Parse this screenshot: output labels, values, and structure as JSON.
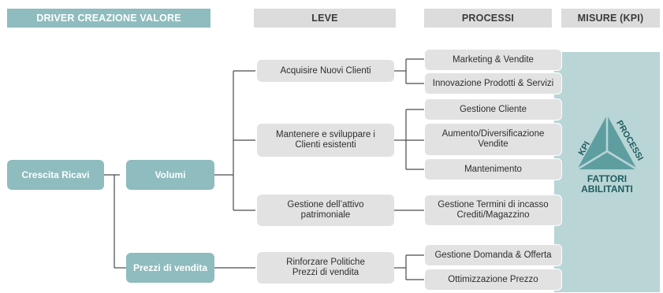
{
  "headers": {
    "driver": "DRIVER CREAZIONE VALORE",
    "leve": "LEVE",
    "processi": "PROCESSI",
    "misure": "MISURE (KPI)"
  },
  "drivers": {
    "root": "Crescita Ricavi",
    "volumi": "Volumi",
    "prezzi": "Prezzi di vendita"
  },
  "leve": [
    "Acquisire Nuovi Clienti",
    "Mantenere e sviluppare i Clienti esistenti",
    "Gestione dell’attivo patrimoniale",
    "Rinforzare Politiche Prezzi di vendita"
  ],
  "processi": [
    "Marketing & Vendite",
    "Innovazione Prodotti & Servizi",
    "Gestione Cliente",
    "Aumento/Diversificazione Vendite",
    "Mantenimento",
    "Gestione Termini di incasso Crediti/Magazzino",
    "Gestione Domanda & Offerta",
    "Ottimizzazione Prezzo"
  ],
  "kpi_diagram": {
    "label_left": "KPI",
    "label_right": "PROCESSI",
    "label_bottom": "FATTORI ABILITANTI",
    "color": "#5f9ea0"
  },
  "colors": {
    "teal": "#8fbcbe",
    "gray": "#e2e2e2",
    "panel": "#b9d5d6"
  }
}
